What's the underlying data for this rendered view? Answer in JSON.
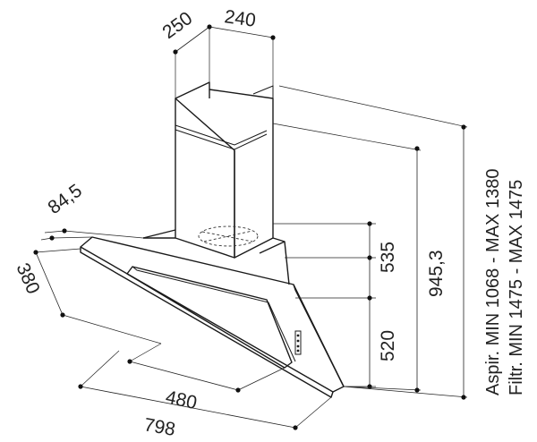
{
  "dimensions": {
    "chimney_depth": "250",
    "chimney_width": "240",
    "hood_offset": "84,5",
    "hood_depth": "380",
    "chimney_height": "535",
    "hood_height": "520",
    "total_height": "945,3",
    "inner_width": "480",
    "total_width": "798"
  },
  "notes": {
    "aspiration": "Aspir. MIN 1068 - MAX 1380",
    "filtration": "Filtr. MIN 1475 - MAX 1475"
  }
}
